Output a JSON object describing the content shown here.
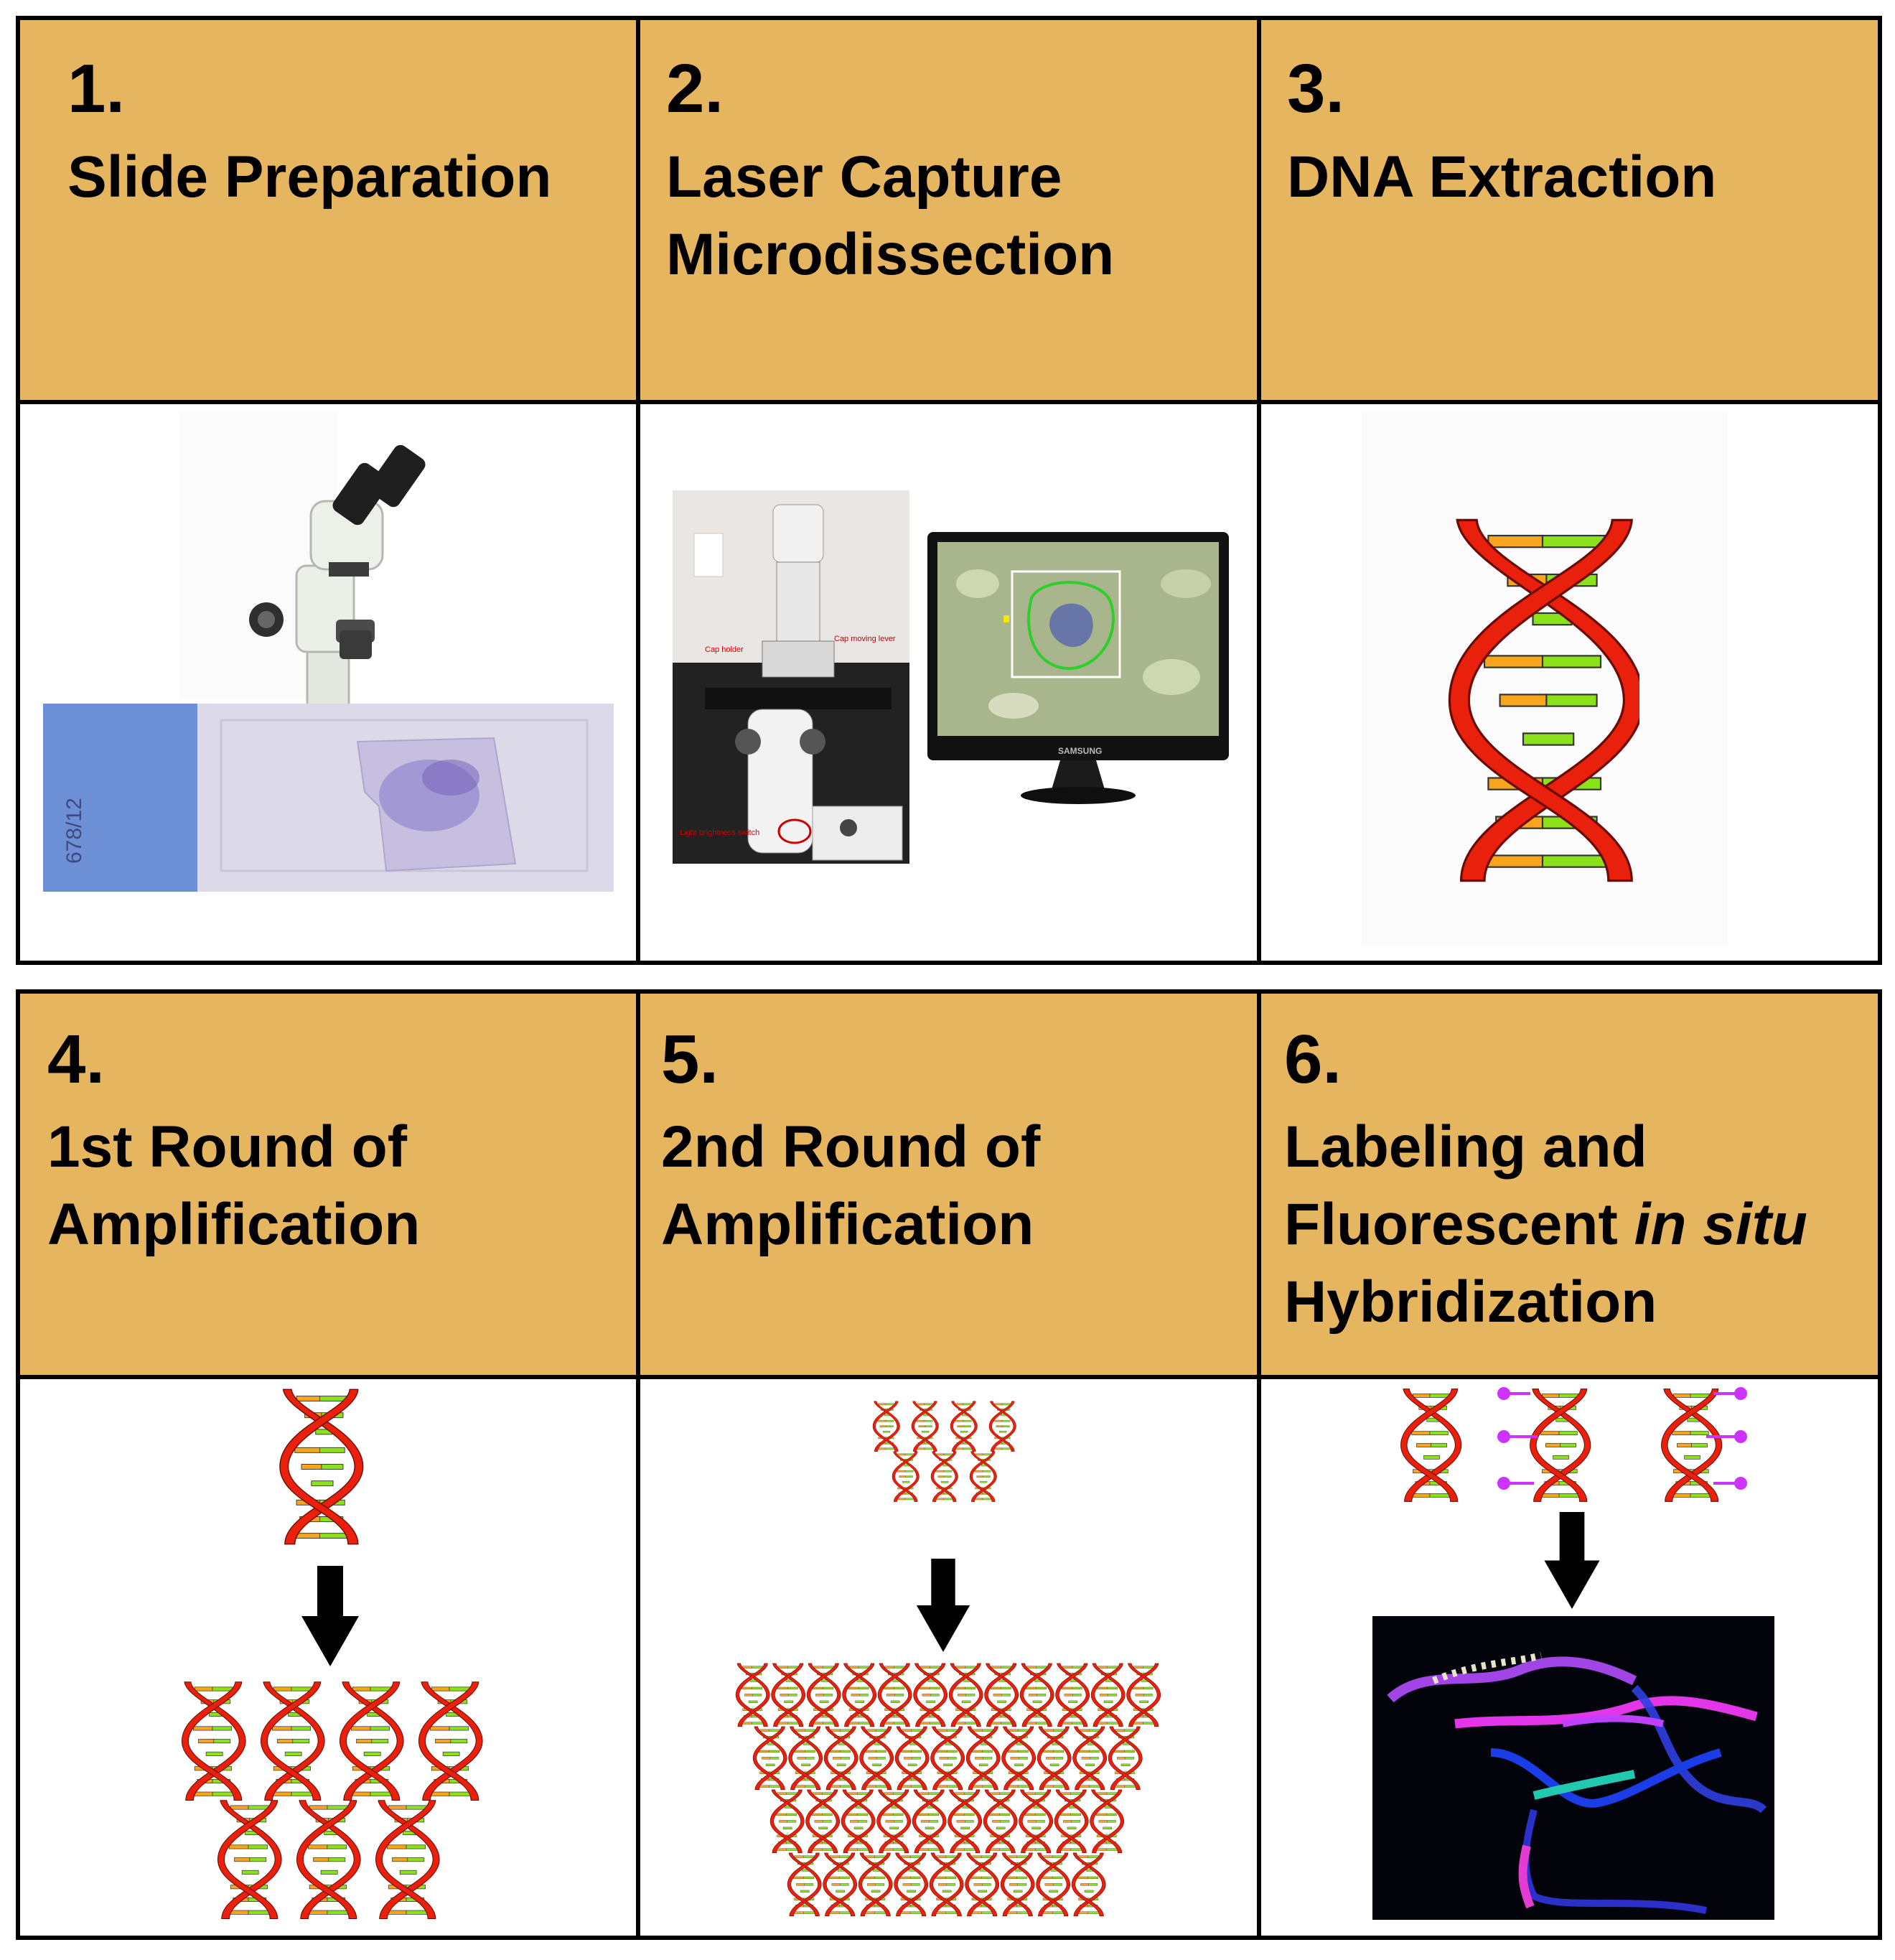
{
  "steps": [
    {
      "number": "1.",
      "title_lines": [
        "Slide Preparation"
      ]
    },
    {
      "number": "2.",
      "title_lines": [
        "Laser Capture",
        "Microdissection"
      ]
    },
    {
      "number": "3.",
      "title_lines": [
        "DNA Extraction"
      ]
    },
    {
      "number": "4.",
      "title_lines": [
        "1st Round of",
        "Amplification"
      ]
    },
    {
      "number": "5.",
      "title_lines": [
        "2nd Round of",
        "Amplification"
      ]
    },
    {
      "number": "6.",
      "title_lines": [
        "Labeling and",
        "Fluorescent ",
        "Hybridization"
      ],
      "title_italic": "in situ"
    }
  ],
  "images": {
    "microscope_annotations": [
      "Cap holder",
      "Cap moving lever",
      "Light brightness switch"
    ],
    "monitor_brand": "SAMSUNG",
    "slide_label": "678/12"
  },
  "colors": {
    "header_fill": "#E6B55F",
    "helix_red": "#E8200C",
    "rung_orange": "#F7A51C",
    "rung_green": "#8CE21A",
    "label_magenta": "#CC33FF",
    "arrow": "#000000"
  },
  "icons": [
    "microscope-icon",
    "glass-slide-icon",
    "lcm-microscope-icon",
    "monitor-icon",
    "dna-helix-icon",
    "down-arrow-icon",
    "fluorescence-image"
  ]
}
